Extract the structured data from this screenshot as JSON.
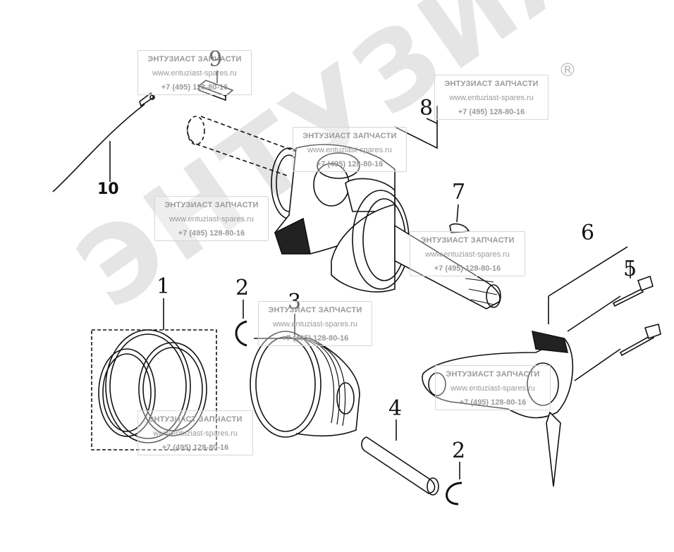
{
  "watermark": {
    "brand_big": "ЭНТУЗИАСТ!",
    "registered": "®",
    "line1": "ЭНТУЗИАСТ ЗАПЧАСТИ",
    "line2": "www.entuziast-spares.ru",
    "line3": "+7 (495) 128-80-16"
  },
  "callouts": [
    {
      "id": "1",
      "text": "1"
    },
    {
      "id": "2a",
      "text": "2"
    },
    {
      "id": "2b",
      "text": "2"
    },
    {
      "id": "3",
      "text": "3"
    },
    {
      "id": "4",
      "text": "4"
    },
    {
      "id": "5",
      "text": "5"
    },
    {
      "id": "6",
      "text": "6"
    },
    {
      "id": "7",
      "text": "7"
    },
    {
      "id": "8",
      "text": "8"
    },
    {
      "id": "9",
      "text": "9"
    },
    {
      "id": "10",
      "text": "10"
    }
  ],
  "colors": {
    "line": "#111111",
    "watermark": "#9a9a9a",
    "big_watermark": "#c8c8c8"
  }
}
